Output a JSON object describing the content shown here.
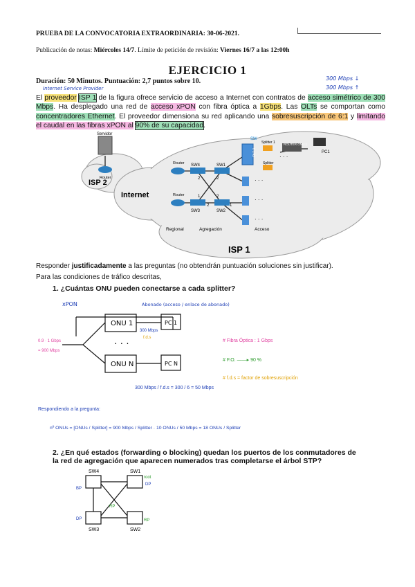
{
  "header": {
    "exam": "PRUEBA DE LA CONVOCATORIA EXTRAORDINARIA: 30-06-2021.",
    "pub_prefix": "Publicación de notas: ",
    "pub_date": "Miércoles 14/7",
    "pub_mid": ". Límite de petición de revisión: ",
    "rev_date": "Viernes 16/7 a las 12:00h"
  },
  "title": "EJERCICIO 1",
  "duration": "Duración: 50  Minutos. Puntuación:  2,7 puntos sobre 10.",
  "margin_notes": {
    "top_right_1": "300 Mbps ↓",
    "top_right_2": "300 Mbps ↑",
    "isp_note": "Internet Service Provider",
    "sw_label": "SW"
  },
  "paragraph": {
    "p1": "El ",
    "proveedor": "proveedor",
    "p2": " ",
    "isp": "ISP 1",
    "p3": " de la figura ofrece servicio de acceso a Internet con contratos de ",
    "acceso": "acceso simétrico de 300 Mbps",
    "p4": ". Ha desplegado una red de ",
    "xpon": "acceso xPON",
    "p5": " con fibra óptica a ",
    "gbps": "1Gbps",
    "p6": ". Las ",
    "olts": "OLTs",
    "p7": " se comportan como ",
    "conc": "concentradores Ethernet",
    "p8": ". El proveedor dimensiona su red aplicando una ",
    "sobre": "sobresuscripción de 6:1",
    "p9": " y ",
    "limit": "limitando el caudal en las fibras xPON al",
    "pct": "90% de su capacidad",
    "p10": "."
  },
  "diagram": {
    "servidor": "Servidor",
    "router": "Router",
    "isp2": "ISP 2",
    "internet": "Internet",
    "isp1": "ISP 1",
    "sw1": "SW1",
    "sw2": "SW2",
    "sw3": "SW3",
    "sw4": "SW4",
    "olt": "OLT 1",
    "splitter1": "Splitter 1",
    "splitter": "Splitter",
    "router_onu": "ROUTER ONU 1",
    "pc1": "PC1",
    "regional": "Regional",
    "agregacion": "Agregación",
    "acceso": "Acceso",
    "n1": "1",
    "n2": "2",
    "dots": "· · ·"
  },
  "response_line": "Responder justificadamente a las preguntas (no obtendrán puntuación soluciones sin justificar).",
  "response_bold": "justificadamente",
  "conditions": "Para las condiciones de tráfico descritas,",
  "q1": "1.   ¿Cuántas ONU pueden conectarse a cada splitter?",
  "q2": "2.   ¿En qué estados (forwarding o blocking) quedan los puertos de los conmutadores de la red de agregación que aparecen numerados tras completarse el árbol STP?",
  "hand_q1": {
    "xpon": "xPON",
    "abonado": "Abonado (acceso / enlace de abonado)",
    "onu1": "ONU 1",
    "onuN": "ONU N",
    "pc1": "PC 1",
    "pcN": "PC N",
    "mbps": "300 Mbps",
    "fds": "f.d.s",
    "left1": "0.9 · 1 Gbps",
    "left2": "= 900 Mbps",
    "note1": "# Fibra Óptica : 1 Gbps",
    "note2": "# F.O. ——▸ 90 %",
    "note3": "# f.d.s = factor de sobresuscripción",
    "calc": "300 Mbps / f.d.s = 300 / 6 = 50 Mbps",
    "answer_intro": "Respondiendo a la pregunta:",
    "formula": "nº ONUs = [ONUs / Splitter] = 900 Mbps / Splitter · 10 ONUs / 50 Mbps = 18 ONUs / Splitter"
  },
  "hand_q2": {
    "sw4": "SW4",
    "sw1": "SW1",
    "sw3": "SW3",
    "sw2": "SW2",
    "root": "root",
    "dp": "DP",
    "rp": "RP",
    "bp": "BP"
  }
}
